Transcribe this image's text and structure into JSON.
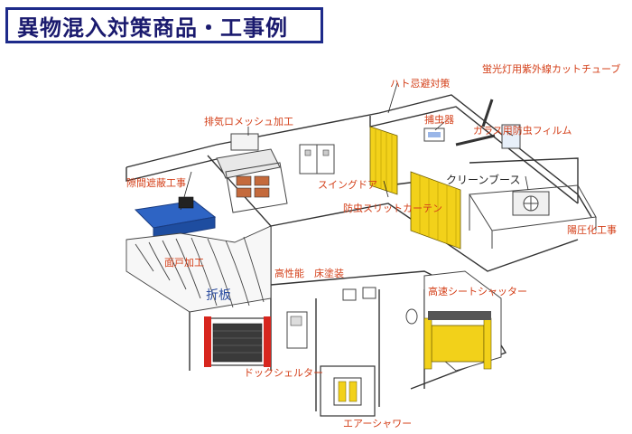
{
  "title": "異物混入対策商品・工事例",
  "labels": {
    "hato": "ハト忌避対策",
    "uv_tube": "蛍光灯用紫外線カットチューブ",
    "exhaust_mesh": "排気ロメッシュ加工",
    "insect_trap": "捕虫器",
    "glass_film": "ガラス用防虫フィルム",
    "gap_shield": "隙間遮蔽工事",
    "swing_door": "スイングドア",
    "clean_booth": "クリーンブース",
    "slit_curtain": "防虫スリットカーテン",
    "positive_pressure": "陽圧化工事",
    "door_frame": "面戸加工",
    "floor_coating": "高性能　床塗装",
    "folded_plate": "折板",
    "high_speed_shutter": "高速シートシャッター",
    "dock_shelter": "ドックシェルター",
    "air_shower": "エアーシャワー"
  },
  "colors": {
    "title_border": "#1d2a8a",
    "label_orange": "#d4401a",
    "curtain_yellow": "#f2d11a",
    "counter_blue": "#2e64c4"
  }
}
